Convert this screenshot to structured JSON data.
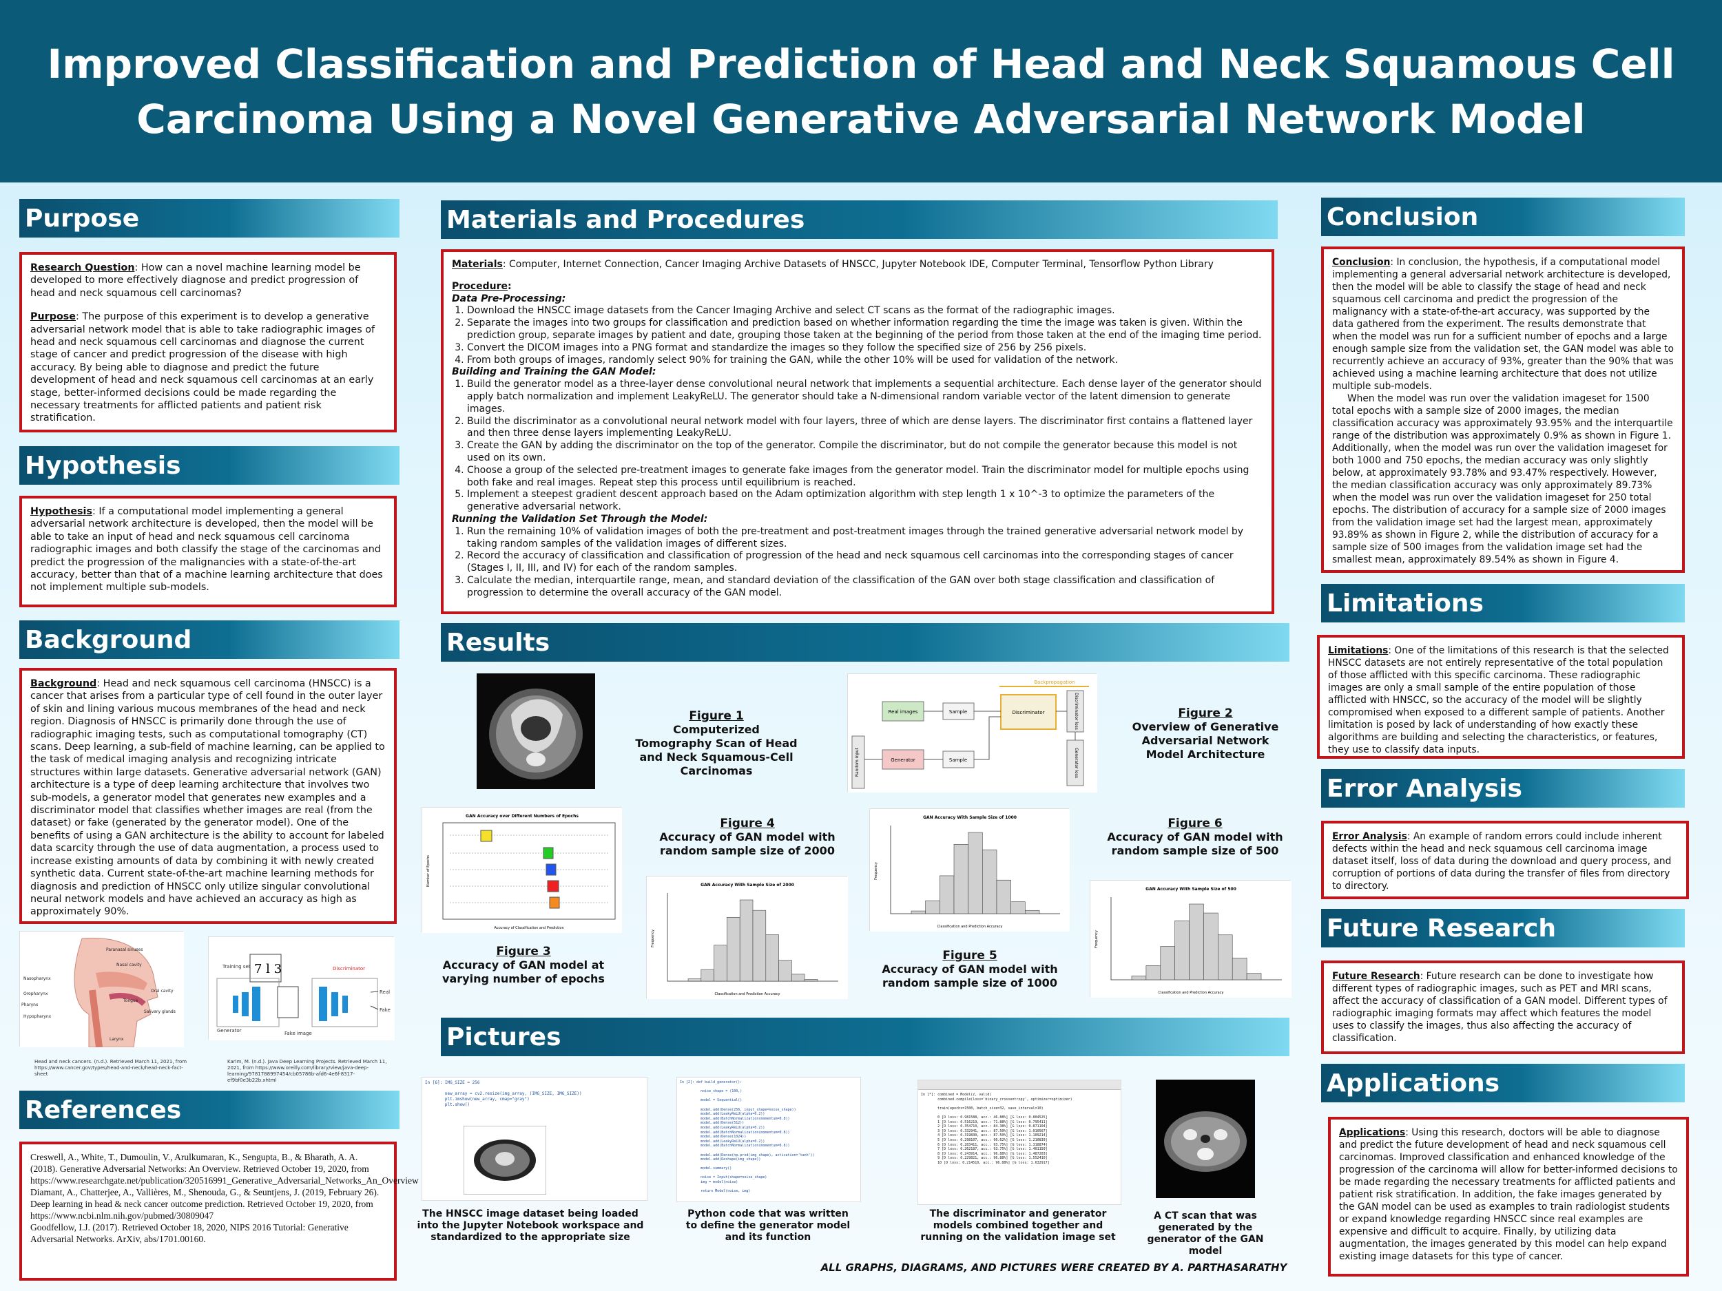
{
  "title": "Improved Classification and Prediction of Head and Neck Squamous Cell Carcinoma Using a Novel Generative Adversarial Network Model",
  "colors": {
    "banner": "#0b5a78",
    "box_border": "#c0151b",
    "header_dark": "#0b4f6e"
  },
  "sections": {
    "purpose": "Purpose",
    "hypothesis": "Hypothesis",
    "background": "Background",
    "references": "References",
    "materials": "Materials and Procedures",
    "results": "Results",
    "pictures": "Pictures",
    "conclusion": "Conclusion",
    "limitations": "Limitations",
    "error_analysis": "Error Analysis",
    "future_research": "Future Research",
    "applications": "Applications"
  },
  "purpose": {
    "rq_label": "Research Question",
    "rq_text": ": How can a novel machine learning model be developed to more effectively diagnose and predict progression of head and neck squamous cell carcinomas?",
    "purpose_label": "Purpose",
    "purpose_text": ": The purpose of this experiment is to develop a generative adversarial network model that is able to take radiographic images of head and neck squamous cell carcinomas and diagnose the current stage of cancer and predict progression of the disease with high accuracy. By being able to diagnose and predict the future development of head and neck squamous cell carcinomas at an early stage, better-informed decisions could be made regarding the necessary treatments for afflicted patients and patient risk stratification."
  },
  "hypothesis": {
    "label": "Hypothesis",
    "text": ": If a computational model implementing a general adversarial network architecture is developed, then the model will be able to take an input of head and neck squamous cell carcinoma radiographic images and both classify the stage of the carcinomas and predict the progression of the malignancies with a state-of-the-art accuracy, better than that of a machine learning architecture that does not implement multiple sub-models."
  },
  "background": {
    "label": "Background",
    "text": ": Head and neck squamous cell carcinoma (HNSCC) is a cancer that arises from a particular type of cell found in the outer layer of skin and lining various mucous membranes of the head and neck region. Diagnosis of HNSCC is primarily done through the use of radiographic imaging tests, such as computational tomography (CT) scans. Deep learning, a sub-field of machine learning, can be applied to the task of medical imaging analysis and  recognizing intricate structures within large datasets. Generative adversarial network (GAN) architecture is a type of deep learning architecture that involves two sub-models, a generator model that generates new examples and a discriminator model that classifies whether images are real (from the dataset) or fake (generated by the generator model). One of the benefits of using a GAN architecture is the ability to account for labeled data scarcity through the use of  data augmentation, a process used to increase existing amounts of data by combining it with newly created synthetic data. Current state-of-the-art machine learning methods for diagnosis and prediction of HNSCC only utilize singular convolutional neural network models and have achieved an accuracy as high as approximately 90%.",
    "anatomy_labels": [
      "Paranasal sinuses",
      "Nasal cavity",
      "Nasopharynx",
      "Oral cavity",
      "Oropharynx",
      "Tongue",
      "Salivary glands",
      "Pharynx",
      "Hypopharynx",
      "Larynx"
    ],
    "anatomy_credit": "Head and neck cancers. (n.d.). Retrieved March 11, 2021, from https://www.cancer.gov/types/head-and-neck/head-neck-fact-sheet",
    "gan_labels": [
      "Training set",
      "Discriminator",
      "Real",
      "Fake",
      "Generator",
      "Fake image"
    ],
    "gan_credit": "Karim, M. (n.d.). Java Deep Learning Projects. Retrieved March 11, 2021, from https://www.oreilly.com/library/view/java-deep-learning/9781788997454/cb05786b-afd6-4e6f-8317-ef9bf0e3b22b.xhtml"
  },
  "references": [
    "Creswell, A., White, T., Dumoulin, V., Arulkumaran, K., Sengupta, B., & Bharath, A. A. (2018). Generative Adversarial Networks: An Overview. Retrieved October 19, 2020, from https://www.researchgate.net/publication/320516991_Generative_Adversarial_Networks_An_Overview",
    "Diamant, A., Chatterjee, A., Vallières, M., Shenouda, G., & Seuntjens, J. (2019, February 26). Deep learning in head & neck cancer outcome prediction. Retrieved October 19, 2020, from https://www.ncbi.nlm.nih.gov/pubmed/30809047",
    "Goodfellow, I.J. (2017). Retrieved October 18, 2020, NIPS 2016 Tutorial: Generative Adversarial Networks. ArXiv, abs/1701.00160."
  ],
  "materials": {
    "label": "Materials",
    "text": ": Computer, Internet Connection, Cancer Imaging Archive Datasets of HNSCC, Jupyter Notebook IDE, Computer Terminal, Tensorflow Python Library",
    "procedure_label": "Procedure",
    "sub1": "Data Pre-Processing:",
    "steps1": [
      "Download the HNSCC image datasets from the Cancer Imaging Archive and select CT scans as the format of the radiographic images.",
      "Separate the images into two groups for classification and prediction based on whether information regarding the time the image was taken is given. Within the prediction group, separate images by patient and date, grouping those taken at the beginning of the period from those taken at the end of the imaging time period.",
      "Convert the DICOM images into a PNG format and standardize the images so they follow the specified size of 256 by 256 pixels.",
      "From both groups of images, randomly select 90% for training the GAN, while the other 10% will be used for validation of the network."
    ],
    "sub2": "Building and Training the GAN Model:",
    "steps2": [
      "Build the generator model as a three-layer dense convolutional neural network that implements a sequential architecture. Each dense layer of the generator should apply batch normalization and implement LeakyReLU. The generator should take a N-dimensional random variable vector of the latent dimension to generate images.",
      "Build the discriminator as a convolutional neural network model with four layers, three of which are dense layers. The discriminator first contains a flattened layer and then three dense layers implementing LeakyReLU.",
      "Create the GAN by adding the discriminator on the top of the generator. Compile the discriminator, but do not compile the generator because this model is not used on its own.",
      "Choose a group of the selected pre-treatment images to generate fake images from the generator model. Train the discriminator model for multiple epochs using both fake and real images. Repeat step this process until equilibrium is reached.",
      "Implement a steepest gradient descent approach based on the Adam optimization algorithm with step length 1 x 10^-3 to optimize the parameters of the generative adversarial network."
    ],
    "sub3": "Running the Validation Set Through the Model:",
    "steps3": [
      "Run the remaining 10% of validation images of both the pre-treatment and post-treatment images through the trained generative adversarial network model by taking random samples of the validation images of different sizes.",
      "Record the accuracy of classification and classification of progression of the head and neck squamous cell carcinomas into the corresponding stages of cancer (Stages I, II, III, and IV) for each of the random samples.",
      "Calculate the median, interquartile range, mean, and standard deviation of the classification of the GAN over both stage classification and classification of progression to determine the overall accuracy of the GAN model."
    ]
  },
  "results": {
    "fig1_num": "Figure 1",
    "fig1_cap": "Computerized Tomography Scan of Head and Neck Squamous-Cell Carcinomas",
    "fig2_num": "Figure 2",
    "fig2_cap": "Overview of Generative Adversarial Network Model Architecture",
    "fig3_num": "Figure 3",
    "fig3_cap": "Accuracy of GAN model at varying number of epochs",
    "fig4_num": "Figure 4",
    "fig4_cap": "Accuracy of GAN model with random sample size of 2000",
    "fig5_num": "Figure 5",
    "fig5_cap": "Accuracy of GAN model with random sample size of 1000",
    "fig6_num": "Figure 6",
    "fig6_cap": "Accuracy of GAN model with random sample size of 500",
    "diagram": {
      "backprop": "Backpropagation",
      "real": "Real images",
      "sample": "Sample",
      "discriminator": "Discriminator",
      "disc_loss": "Discriminator loss",
      "gen_loss": "Generator loss",
      "generator": "Generator",
      "random": "Random input"
    },
    "plot_titles": {
      "fig3": "GAN Accuracy over Different Numbers of Epochs",
      "fig4": "GAN Accuracy With Sample Size of 2000",
      "fig5": "GAN Accuracy With Sample Size of 1000",
      "fig6": "GAN Accuracy With Sample Size of 500"
    },
    "plot_axes": {
      "xlab": "Classification and Prediction Accuracy",
      "ylab": "Frequency",
      "fig3_xlab": "Accuracy of Classification and Prediction",
      "fig3_ylab": "Number of Epochs"
    }
  },
  "chart_data": [
    {
      "type": "bar",
      "title": "GAN Accuracy With Sample Size of 2000",
      "xlabel": "Classification and Prediction Accuracy",
      "ylabel": "Frequency",
      "values": [
        4,
        20,
        62,
        110,
        140,
        122,
        80,
        36,
        12,
        3
      ]
    },
    {
      "type": "bar",
      "title": "GAN Accuracy With Sample Size of 1000",
      "xlabel": "Classification and Prediction Accuracy",
      "ylabel": "Frequency",
      "values": [
        5,
        24,
        70,
        128,
        150,
        118,
        62,
        22,
        6
      ]
    },
    {
      "type": "bar",
      "title": "GAN Accuracy With Sample Size of 500",
      "xlabel": "Classification and Prediction Accuracy",
      "ylabel": "Frequency",
      "values": [
        6,
        22,
        52,
        92,
        118,
        104,
        70,
        34,
        10
      ]
    }
  ],
  "pictures": {
    "cap1": "The HNSCC image dataset being loaded into the Jupyter Notebook workspace and standardized to the appropriate size",
    "cap2": "Python code that was written to define the generator model and its function",
    "cap3": "The discriminator and generator models combined together and running on the validation image set",
    "cap4": "A CT scan that was generated by the generator of the GAN model",
    "code1": "In [6]: IMG_SIZE = 256\n\n        new_array = cv2.resize(img_array, (IMG_SIZE, IMG_SIZE))\n        plt.imshow(new_array, cmap=\"gray\")\n        plt.show()",
    "code2": "In [2]: def build_generator():\n\n          noise_shape = (100,)\n\n          model = Sequential()\n\n          model.add(Dense(256, input_shape=noise_shape))\n          model.add(LeakyReLU(alpha=0.2))\n          model.add(BatchNormalization(momentum=0.8))\n          model.add(Dense(512))\n          model.add(LeakyReLU(alpha=0.2))\n          model.add(BatchNormalization(momentum=0.8))\n          model.add(Dense(1024))\n          model.add(LeakyReLU(alpha=0.2))\n          model.add(BatchNormalization(momentum=0.8))\n\n          model.add(Dense(np.prod(img_shape), activation='tanh'))\n          model.add(Reshape(img_shape))\n\n          model.summary()\n\n          noise = Input(shape=noise_shape)\n          img = model(noise)\n\n          return Model(noise, img)",
    "code3": "In [*]: combined = Model(z, valid)\n        combined.compile(loss='binary_crossentropy', optimizer=optimizer)\n\n        train(epochs=1500, batch_size=32, save_interval=10)\n\n        0 [D loss: 0.981588, acc.: 46.88%] [G loss: 0.804525]\n        1 [D loss: 0.516219, acc.: 71.88%] [G loss: 0.795411]\n        2 [D loss: 0.354710, acc.: 84.38%] [G loss: 0.871104]\n        3 [D loss: 0.332941, acc.: 87.50%] [G loss: 1.010567]\n        4 [D loss: 0.319830, acc.: 87.50%] [G loss: 1.109214]\n        5 [D loss: 0.298107, acc.: 90.62%] [G loss: 1.210839]\n        6 [D loss: 0.283411, acc.: 93.75%] [G loss: 1.318874]\n        7 [D loss: 0.262187, acc.: 93.75%] [G loss: 1.401150]\n        8 [D loss: 0.243914, acc.: 96.88%] [G loss: 1.487203]\n        9 [D loss: 0.229821, acc.: 96.88%] [G loss: 1.552410]\n        10 [D loss: 0.214510, acc.: 96.88%] [G loss: 1.632917]"
  },
  "conclusion": {
    "label": "Conclusion",
    "p1": ": In conclusion, the hypothesis, if a computational model implementing a general adversarial network architecture is developed, then the model will be able to classify the stage of head and neck squamous cell carcinoma and predict the progression of the malignancy with a state-of-the-art accuracy, was supported by the data gathered from the experiment. The results demonstrate that when the model was run for a sufficient number of epochs and a large enough sample size from the validation set, the GAN model was able to recurrently achieve an accuracy of 93%, greater than the 90% that was achieved using a machine learning architecture that does not utilize multiple sub-models.",
    "p2": "When the model was run over the validation imageset for 1500 total epochs with a sample size of 2000 images, the median classification accuracy was approximately 93.95% and the interquartile range of the distribution was approximately 0.9% as shown in Figure 1. Additionally, when the model was run over the validation imageset for both 1000 and 750 epochs, the median accuracy was only slightly below, at approximately 93.78% and 93.47% respectively. However, the median classification accuracy was only approximately 89.73% when the model was run over the validation imageset for 250 total epochs. The distribution of accuracy for a sample size of 2000 images from the validation image set had the largest mean, approximately 93.89% as shown in Figure 2, while the distribution of accuracy for a sample size of 500 images from the validation image set had the smallest mean, approximately 89.54% as shown in Figure 4."
  },
  "limitations": {
    "label": "Limitations",
    "text": ": One of the limitations of this research is that the selected HNSCC datasets are not entirely representative of the total population of those afflicted with this specific carcinoma. These radiographic images are only a small sample of the entire population of those afflicted with HNSCC, so the accuracy of the model will be slightly compromised when exposed to a different sample of patients. Another limitation is posed by lack of understanding of how exactly these algorithms are building and selecting the characteristics, or features, they use to classify data inputs."
  },
  "error_analysis": {
    "label": "Error Analysis",
    "text": ": An example of random errors could include inherent defects within the head and neck squamous cell carcinoma image dataset itself, loss of data during the download and query process, and corruption of portions of data during the transfer of files from directory to directory."
  },
  "future_research": {
    "label": "Future Research",
    "text": ": Future research can be done to investigate how different types of radiographic images, such as PET and MRI scans, affect the accuracy of classification of a GAN model. Different types of radiographic imaging formats may affect which features the model uses to classify the images, thus also affecting the accuracy of classification."
  },
  "applications": {
    "label": "Applications",
    "text": ": Using this research, doctors will be able to diagnose and predict the future development of head and neck squamous cell carcinomas. Improved classification and enhanced knowledge of the progression of the carcinoma will allow for better-informed decisions to be made regarding the necessary treatments for afflicted patients and patient risk stratification. In addition, the fake images generated by the GAN model can be used as examples to train radiologist students or expand knowledge regarding HNSCC since real examples are expensive and difficult to acquire. Finally, by utilizing data augmentation, the images generated by this model can help expand existing image datasets for this type of cancer."
  },
  "footer": "ALL GRAPHS, DIAGRAMS, AND PICTURES WERE CREATED BY A. PARTHASARATHY"
}
